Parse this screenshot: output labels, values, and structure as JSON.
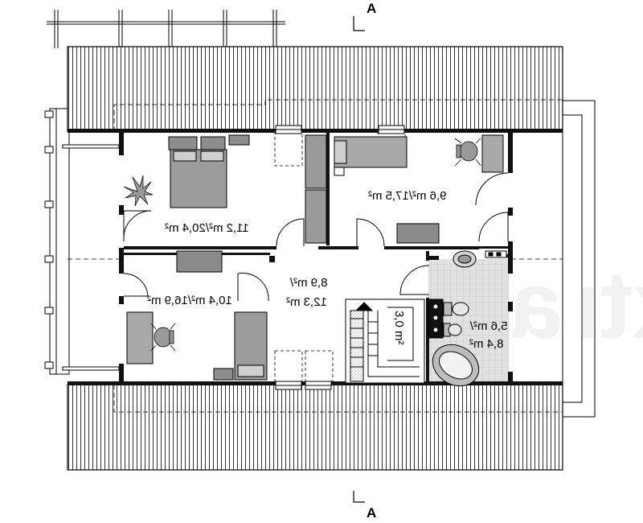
{
  "section_marker_top": "A",
  "section_marker_bottom": "A",
  "watermark": "extradom",
  "rooms": [
    {
      "id": "bedroom-1",
      "area": "11,2 m²/20,4 m²"
    },
    {
      "id": "bedroom-2",
      "area": "9,6 m²/17,5 m²"
    },
    {
      "id": "bedroom-3",
      "area": "10,4 m²/16,9 m²"
    },
    {
      "id": "hall",
      "line1": "8,9 m²/",
      "line2": "12,3 m²"
    },
    {
      "id": "bathroom",
      "line1": "5,6 m²/",
      "line2": "8,4 m²"
    },
    {
      "id": "stairs",
      "area": "3,0 m²"
    }
  ]
}
